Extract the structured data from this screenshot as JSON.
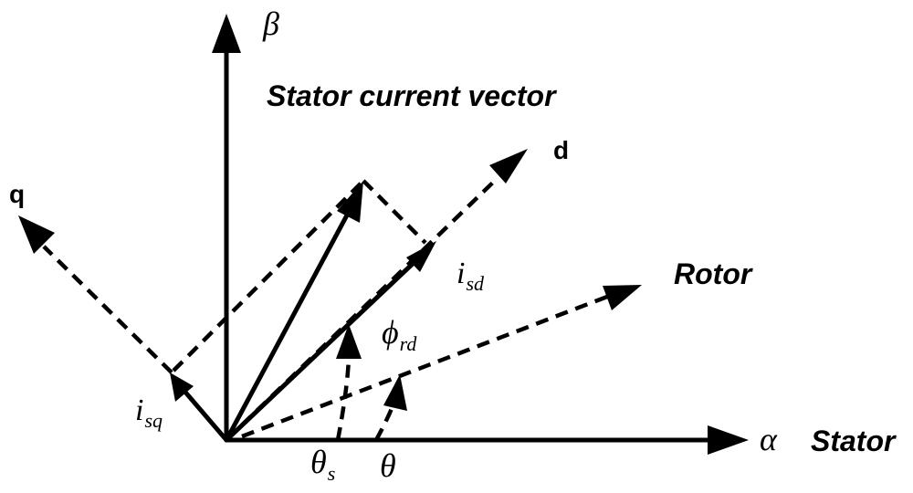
{
  "labels": {
    "beta": "β",
    "alpha": "α",
    "stator": "Stator",
    "title": "Stator current vector",
    "d": "d",
    "q": "q",
    "rotor": "Rotor",
    "i": "i",
    "sd": "sd",
    "sq": "sq",
    "phi": "ϕ",
    "rd": "rd",
    "theta": "θ",
    "s": "s"
  }
}
